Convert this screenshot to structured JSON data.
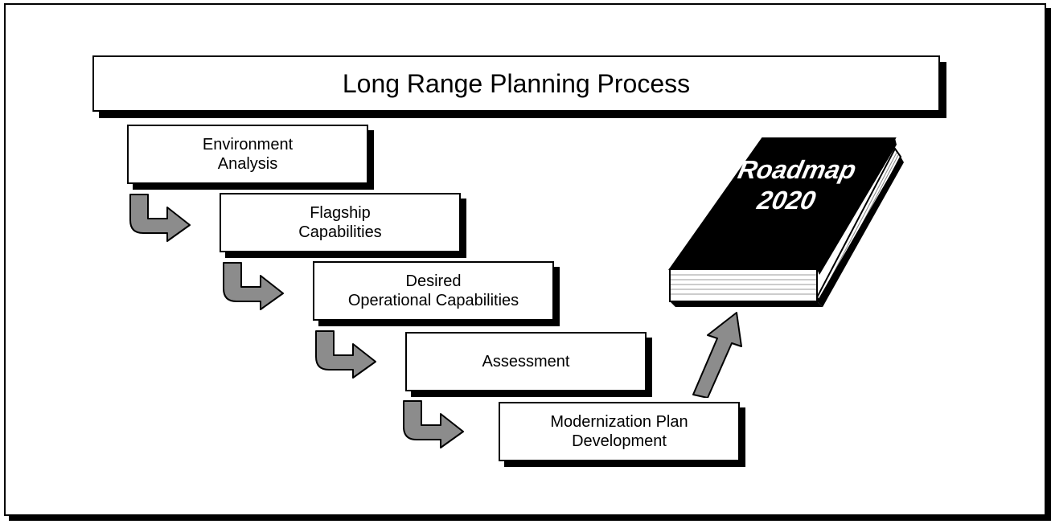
{
  "title": "Long Range Planning Process",
  "steps": [
    {
      "line1": "Environment",
      "line2": "Analysis"
    },
    {
      "line1": "Flagship",
      "line2": "Capabilities"
    },
    {
      "line1": "Desired",
      "line2": "Operational Capabilities"
    },
    {
      "line1": "Assessment",
      "line2": ""
    },
    {
      "line1": "Modernization Plan",
      "line2": "Development"
    }
  ],
  "book": {
    "line1": "Roadmap",
    "line2": "2020"
  },
  "colors": {
    "arrow_fill": "#8c8c8c",
    "book_cover": "#000000",
    "outline": "#000000"
  }
}
